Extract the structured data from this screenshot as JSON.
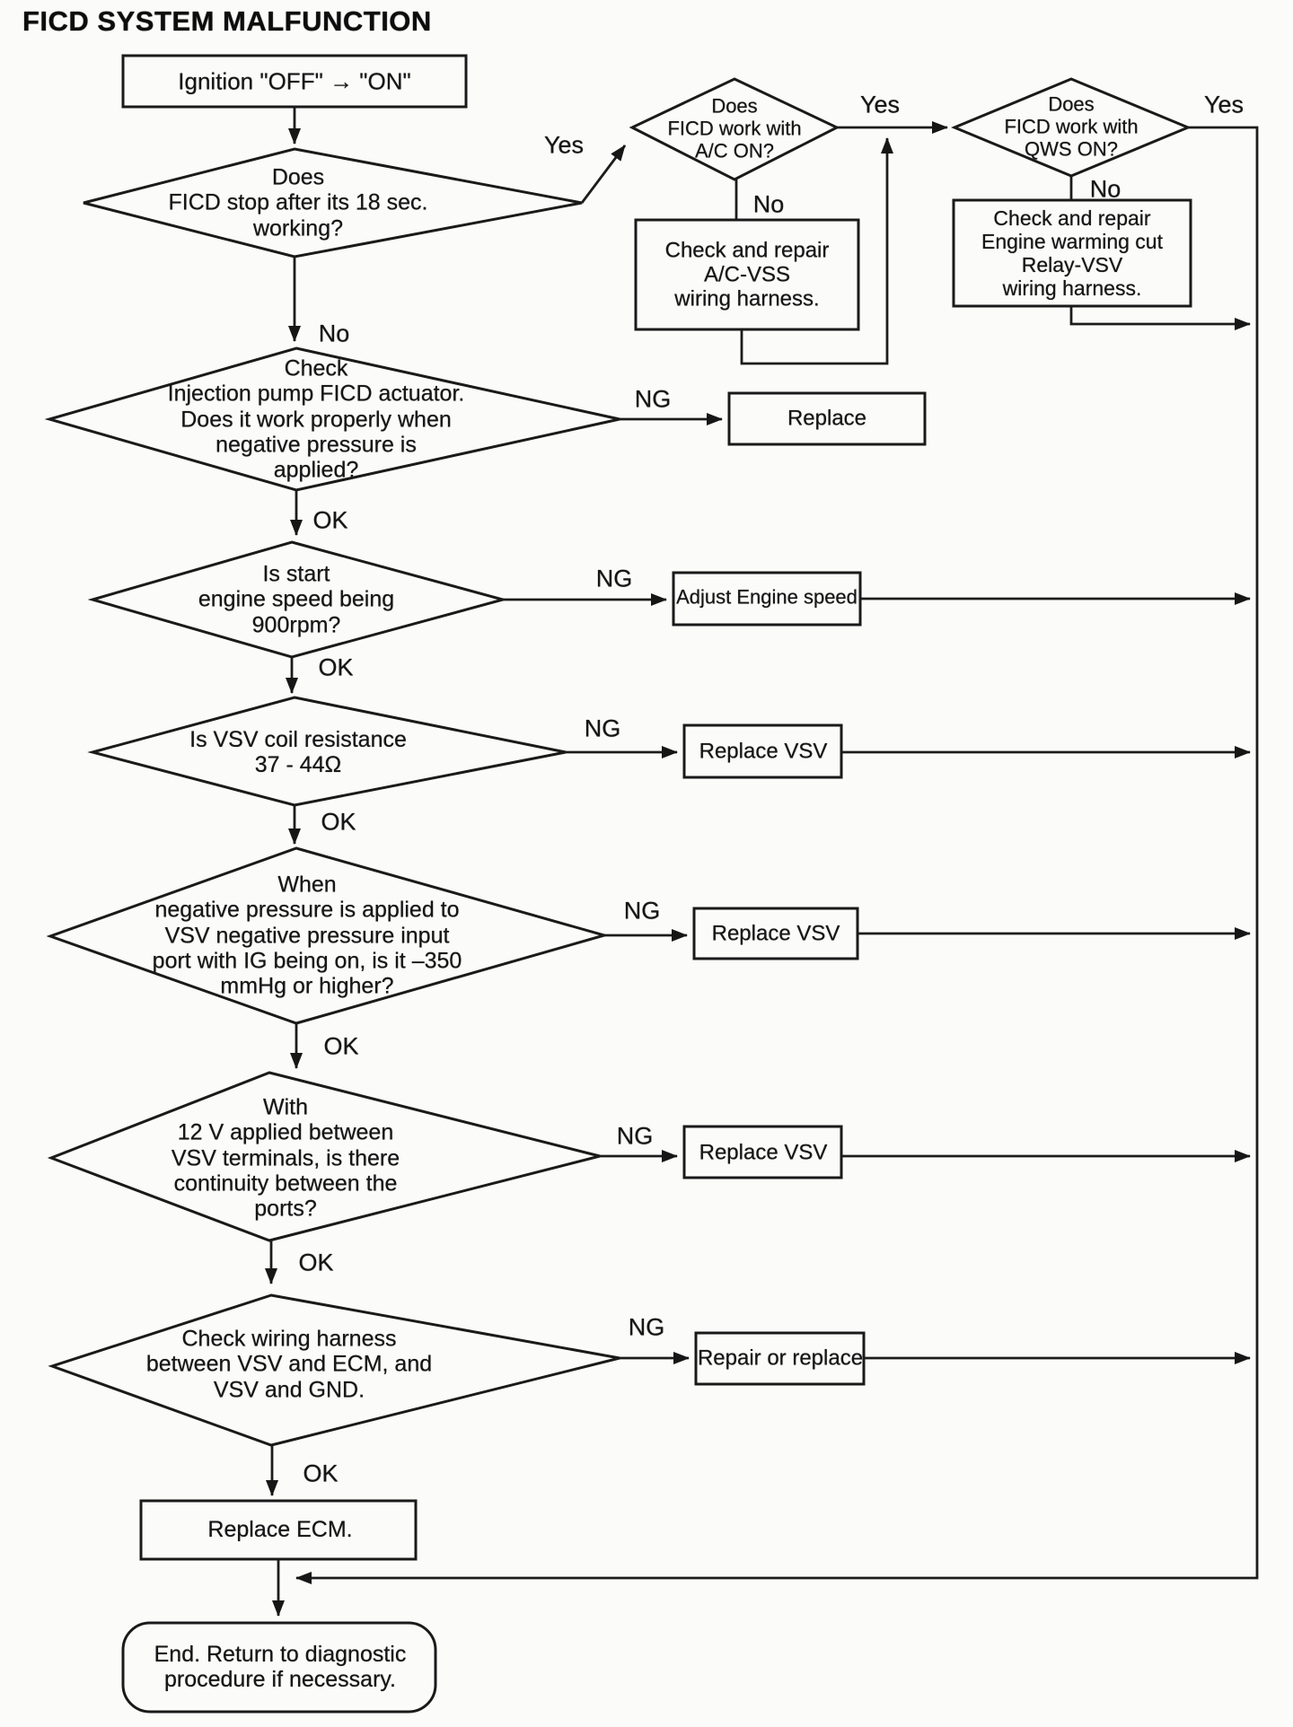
{
  "title": "FICD SYSTEM MALFUNCTION",
  "flowchart": {
    "start": {
      "text": "Ignition \"OFF\" → \"ON\""
    },
    "d1": {
      "text": "Does\nFICD stop after its 18 sec.\nworking?",
      "right_label": "Yes",
      "down_label": "No"
    },
    "d2": {
      "text": "Does\nFICD work with\nA/C ON?",
      "right_label": "Yes",
      "down_label": "No"
    },
    "d3": {
      "text": "Does\nFICD work with\nQWS ON?",
      "right_label": "Yes",
      "down_label": "No"
    },
    "box_ac": {
      "text": "Check and repair\nA/C-VSS\nwiring harness."
    },
    "box_relay": {
      "text": "Check and repair\nEngine warming cut\nRelay-VSV\nwiring harness."
    },
    "d4": {
      "text": "Check\nInjection pump FICD actuator.\nDoes it work properly when\nnegative pressure is\napplied?",
      "right_label": "NG",
      "down_label": "OK"
    },
    "box_replace": {
      "text": "Replace"
    },
    "d5": {
      "text": "Is start\nengine speed being\n900rpm?",
      "right_label": "NG",
      "down_label": "OK"
    },
    "box_adjust": {
      "text": "Adjust Engine speed"
    },
    "d6": {
      "text": "Is VSV coil resistance\n37 - 44Ω",
      "right_label": "NG",
      "down_label": "OK"
    },
    "box_vsv1": {
      "text": "Replace VSV"
    },
    "d7": {
      "text": "When\nnegative pressure is applied to\nVSV negative pressure input\nport with IG being on, is it –350\nmmHg or higher?",
      "right_label": "NG",
      "down_label": "OK"
    },
    "box_vsv2": {
      "text": "Replace VSV"
    },
    "d8": {
      "text": "With\n12 V applied between\nVSV terminals, is there\ncontinuity between the\nports?",
      "right_label": "NG",
      "down_label": "OK"
    },
    "box_vsv3": {
      "text": "Replace VSV"
    },
    "d9": {
      "text": "Check wiring harness\nbetween VSV and ECM, and\nVSV and GND.",
      "right_label": "NG",
      "down_label": "OK"
    },
    "box_repair": {
      "text": "Repair or replace"
    },
    "box_ecm": {
      "text": "Replace ECM."
    },
    "end": {
      "text": "End. Return to diagnostic\nprocedure if necessary."
    }
  }
}
